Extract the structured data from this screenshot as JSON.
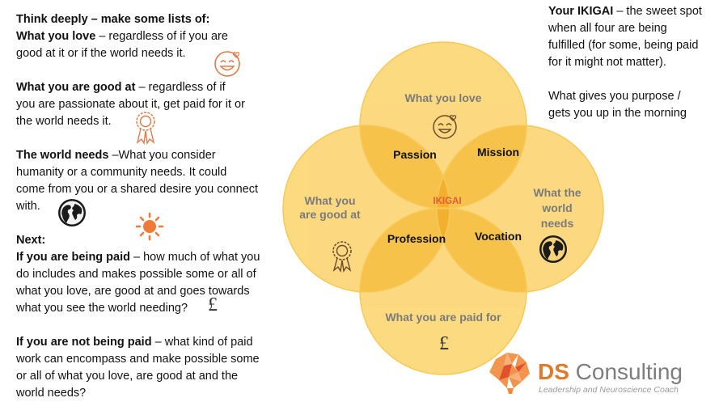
{
  "left": {
    "intro": "Think deeply – make some lists of:",
    "love_title": "What you love",
    "love_text_1": " – regardless of if you are",
    "love_text_2": "good at it or if the world needs it.",
    "good_title": "What you are good at",
    "good_text_1": " – regardless of if",
    "good_text_2": "you are passionate about it, get paid for it or",
    "good_text_3": "the world needs it.",
    "needs_title": "The world needs",
    "needs_text_1": " –What you consider",
    "needs_text_2": "humanity or a community needs.  It could",
    "needs_text_3": "come from you or a shared desire you connect",
    "needs_text_4": "with.",
    "next": "Next:",
    "paid_title": "If you are being paid",
    "paid_text_1": " – how much of what you",
    "paid_text_2": "do includes and makes possible some or all of",
    "paid_text_3": "what you love, are good at and goes towards",
    "paid_text_4": "what you see the world needing?",
    "notpaid_title": "If you are not being paid",
    "notpaid_text_1": " – what kind of paid",
    "notpaid_text_2": "work can encompass and make possible some",
    "notpaid_text_3": "or all of what you love, are good at and the",
    "notpaid_text_4": "world needs?"
  },
  "right": {
    "title": "Your IKIGAI",
    "text_1": " – the sweet spot",
    "text_2": "when all four are being",
    "text_3": "fulfilled (for some, being paid",
    "text_4": "for it might not matter).",
    "text_5": "What gives you purpose /",
    "text_6": "gets you up in the morning"
  },
  "diagram": {
    "love": "What you love",
    "good_1": "What you",
    "good_2": "are good at",
    "needs_1": "What the",
    "needs_2": "world",
    "needs_3": "needs",
    "paid": "What you are paid for",
    "passion": "Passion",
    "mission": "Mission",
    "profession": "Profession",
    "vocation": "Vocation",
    "center": "IKIGAI"
  },
  "symbols": {
    "pound": "£"
  },
  "logo": {
    "ds": "DS",
    "consulting": " Consulting",
    "subtitle": "Leadership and Neuroscience Coach"
  },
  "colors": {
    "circle_fill": "#fcd36a",
    "overlap_fill": "#f5b93a",
    "center_fill": "#f0a020",
    "center_text": "#e35a3a",
    "circle_label": "#7a7a7a",
    "icon_orange": "#e07a4a",
    "logo_orange": "#e07a2a"
  },
  "icons": [
    "smiley-love-icon",
    "award-rosette-icon",
    "globe-icon",
    "sun-icon",
    "pound-icon",
    "brain-logo-icon"
  ]
}
